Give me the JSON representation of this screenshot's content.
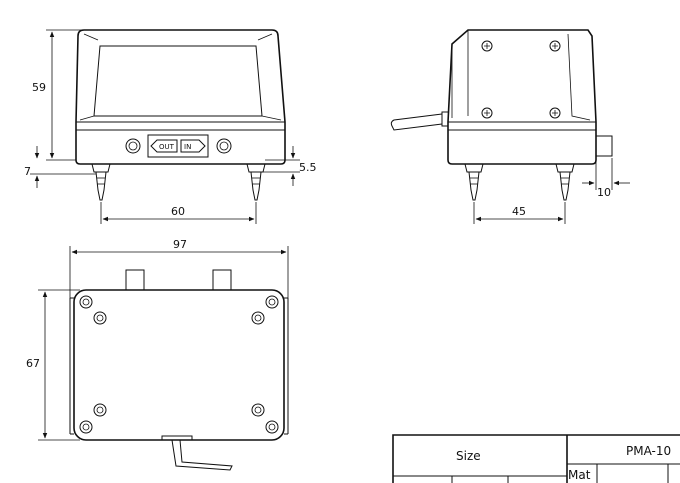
{
  "dimensions": {
    "height_front": "59",
    "foot_height": "7",
    "foot_offset": "5.5",
    "foot_spacing_front": "60",
    "foot_spacing_side": "45",
    "nozzle_length": "10",
    "width_top": "97",
    "depth_top": "67"
  },
  "port_labels": {
    "out": "OUT",
    "in": "IN"
  },
  "title_block": {
    "size_label": "Size",
    "model": "PMA-10",
    "material_label": "Mat"
  }
}
